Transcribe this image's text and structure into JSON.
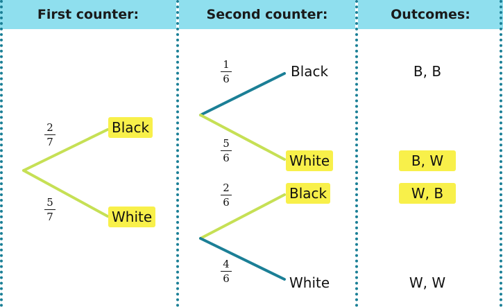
{
  "headers": {
    "first": "First counter:",
    "second": "Second counter:",
    "outcomes": "Outcomes:"
  },
  "first_counter": {
    "top": {
      "label": "Black",
      "probability": {
        "num": "2",
        "den": "7"
      }
    },
    "bottom": {
      "label": "White",
      "probability": {
        "num": "5",
        "den": "7"
      }
    }
  },
  "second_counter": {
    "after_black": {
      "top": {
        "label": "Black",
        "probability": {
          "num": "1",
          "den": "6"
        }
      },
      "bottom": {
        "label": "White",
        "probability": {
          "num": "5",
          "den": "6"
        }
      }
    },
    "after_white": {
      "top": {
        "label": "Black",
        "probability": {
          "num": "2",
          "den": "6"
        }
      },
      "bottom": {
        "label": "White",
        "probability": {
          "num": "4",
          "den": "6"
        }
      }
    }
  },
  "outcomes": [
    "B, B",
    "B, W",
    "W, B",
    "W, W"
  ],
  "colors": {
    "header_bg": "#8fdfee",
    "divider": "#1a7f96",
    "highlighted_branch": "#c6e055",
    "other_branch": "#1b7f96",
    "highlight": "#f8f04a"
  }
}
